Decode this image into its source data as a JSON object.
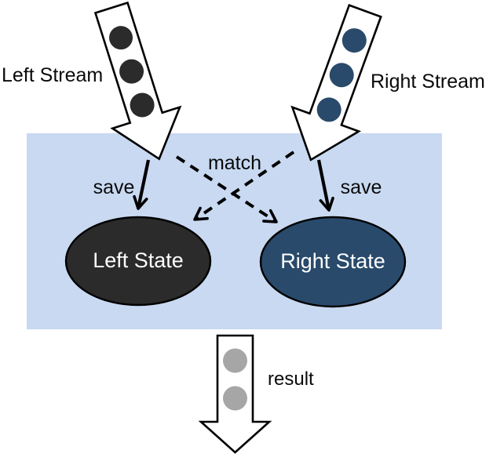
{
  "diagram": {
    "left_stream": {
      "label": "Left Stream",
      "item_color": "#2b2b2b"
    },
    "right_stream": {
      "label": "Right Stream",
      "item_color": "#294a6b"
    },
    "join_window": {
      "bg_color": "#c8d9f1"
    },
    "edges": {
      "left_save_label": "save",
      "right_save_label": "save",
      "match_label": "match"
    },
    "states": {
      "left": {
        "label": "Left State",
        "fill": "#2b2b2b",
        "text_color": "#ffffff"
      },
      "right": {
        "label": "Right State",
        "fill": "#294a6b",
        "text_color": "#ffffff"
      }
    },
    "result": {
      "label": "result",
      "item_color": "#a6a6a6"
    },
    "arrow_body_fill": "#ffffff",
    "outline_color": "#000000"
  }
}
